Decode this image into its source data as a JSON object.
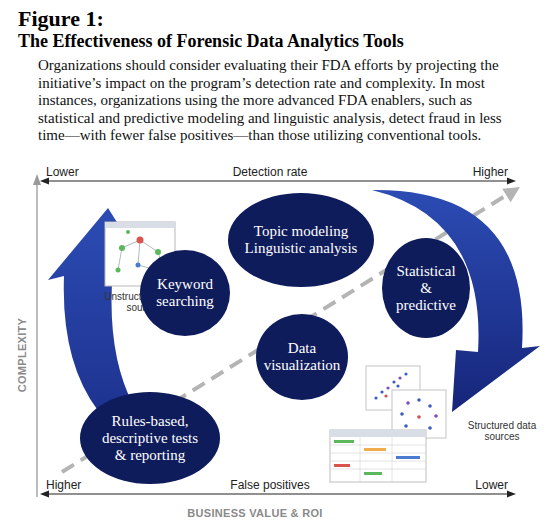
{
  "diagram": {
    "title": "Figure 1:",
    "caption": "Organizations should consider evaluating their FDA efforts by projecting the initiative’s impact on the program’s detection rate and complexity. In most instances, organizations using the more advanced FDA enablers, such as statistical and predictive modeling and linguistic analysis, detect fraud in less time—with fewer false positives—than those utilizing conventional tools.",
    "nodes": [
      {
        "text": [
          "Topic modeling Linguistic analysis"
        ]
      },
      {
        "text": [
          "Statistical & predictive"
        ]
      },
      {
        "text": [
          "Keyword searching"
        ]
      },
      {
        "text": [
          "Data visualization"
        ]
      },
      {
        "text": [
          "Rules-based, descriptive tests & reporting"
        ]
      }
    ],
    "labels": [
      "The Effectiveness of Forensic Data Analytics Tools",
      "Lower",
      "Detection rate",
      "Higher",
      "Unstructured data sources",
      "COMPLEXITY",
      "Structured data sources",
      "Higher",
      "False positives",
      "Lower",
      "BUSINESS VALUE & ROI"
    ]
  }
}
